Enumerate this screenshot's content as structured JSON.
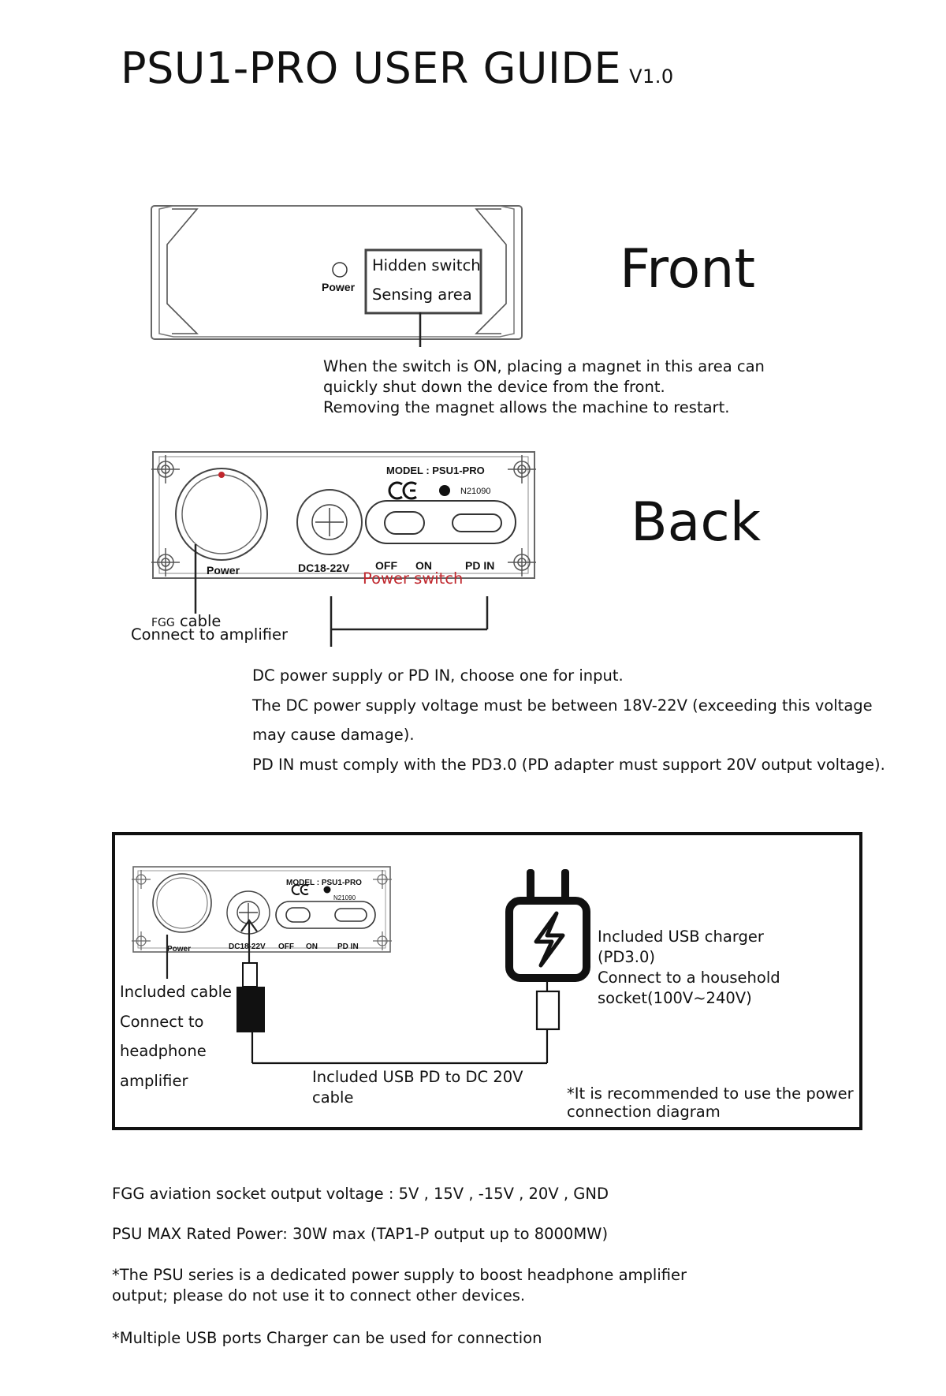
{
  "header": {
    "title": "PSU1-PRO USER GUIDE",
    "version": "V1.0"
  },
  "front": {
    "label": "Front",
    "power_label": "Power",
    "hidden_switch": "Hidden switch",
    "sensing_area": "Sensing area",
    "note_lines": [
      "When the switch is ON, placing a magnet in this area can",
      "quickly shut down the device from the front.",
      "Removing the magnet allows the machine to restart."
    ]
  },
  "back": {
    "label": "Back",
    "model": "MODEL : PSU1-PRO",
    "ce": "CE",
    "cert": "N21090",
    "power_label": "Power",
    "dc_label": "DC18-22V",
    "off_label": "OFF",
    "on_label": "ON",
    "pd_in_label": "PD IN",
    "power_switch": "Power switch",
    "fgg_prefix": "FGG",
    "fgg_cable": "cable",
    "connect_amp": "Connect to amplifier",
    "note_lines": [
      "DC power supply or PD IN, choose one for input.",
      "The DC power supply voltage must be between 18V-22V (exceeding this voltage",
      "may cause damage).",
      "PD IN must comply with the PD3.0  (PD adapter must support 20V output voltage)."
    ]
  },
  "diagram": {
    "model": "MODEL : PSU1-PRO",
    "ce": "CE",
    "cert": "N21090",
    "power_label": "Power",
    "dc_label": "DC18-22V",
    "off_label": "OFF",
    "on_label": "ON",
    "pd_in_label": "PD IN",
    "included_cable_lines": [
      "Included cable",
      "Connect to",
      "headphone",
      "amplifier"
    ],
    "usb_cable_lines": [
      "Included USB PD to DC 20V",
      "cable"
    ],
    "charger_lines": [
      "Included USB charger",
      "(PD3.0)",
      "Connect to a household",
      "socket(100V~240V)"
    ],
    "recommend_lines": [
      "*It is recommended to use the  power",
      "connection diagram"
    ]
  },
  "specs": {
    "fgg_output": "FGG aviation socket output voltage : 5V , 15V , -15V , 20V , GND",
    "max_power": "PSU MAX Rated Power:  30W max   (TAP1-P output up to 8000MW)",
    "dedicated_lines": [
      "*The PSU series is a dedicated power supply to boost headphone amplifier",
      "output; please do not use it to connect other devices."
    ],
    "multiple_usb": "*Multiple USB ports Charger can be used for connection"
  },
  "colors": {
    "accent_red": "#c0272d",
    "ink": "#111111"
  }
}
